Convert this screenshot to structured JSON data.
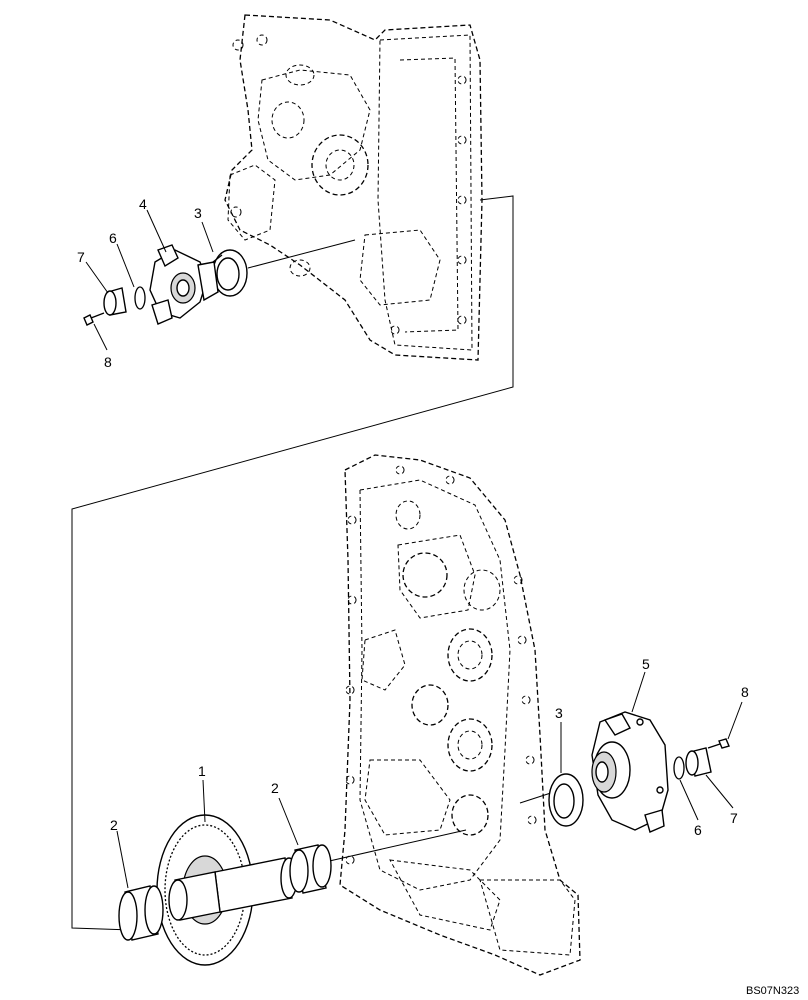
{
  "reference": "BS07N323",
  "callouts": {
    "top": [
      "4",
      "3",
      "6",
      "7",
      "8"
    ],
    "bottom": [
      "1",
      "2",
      "2",
      "3",
      "5",
      "8",
      "6",
      "7"
    ]
  }
}
